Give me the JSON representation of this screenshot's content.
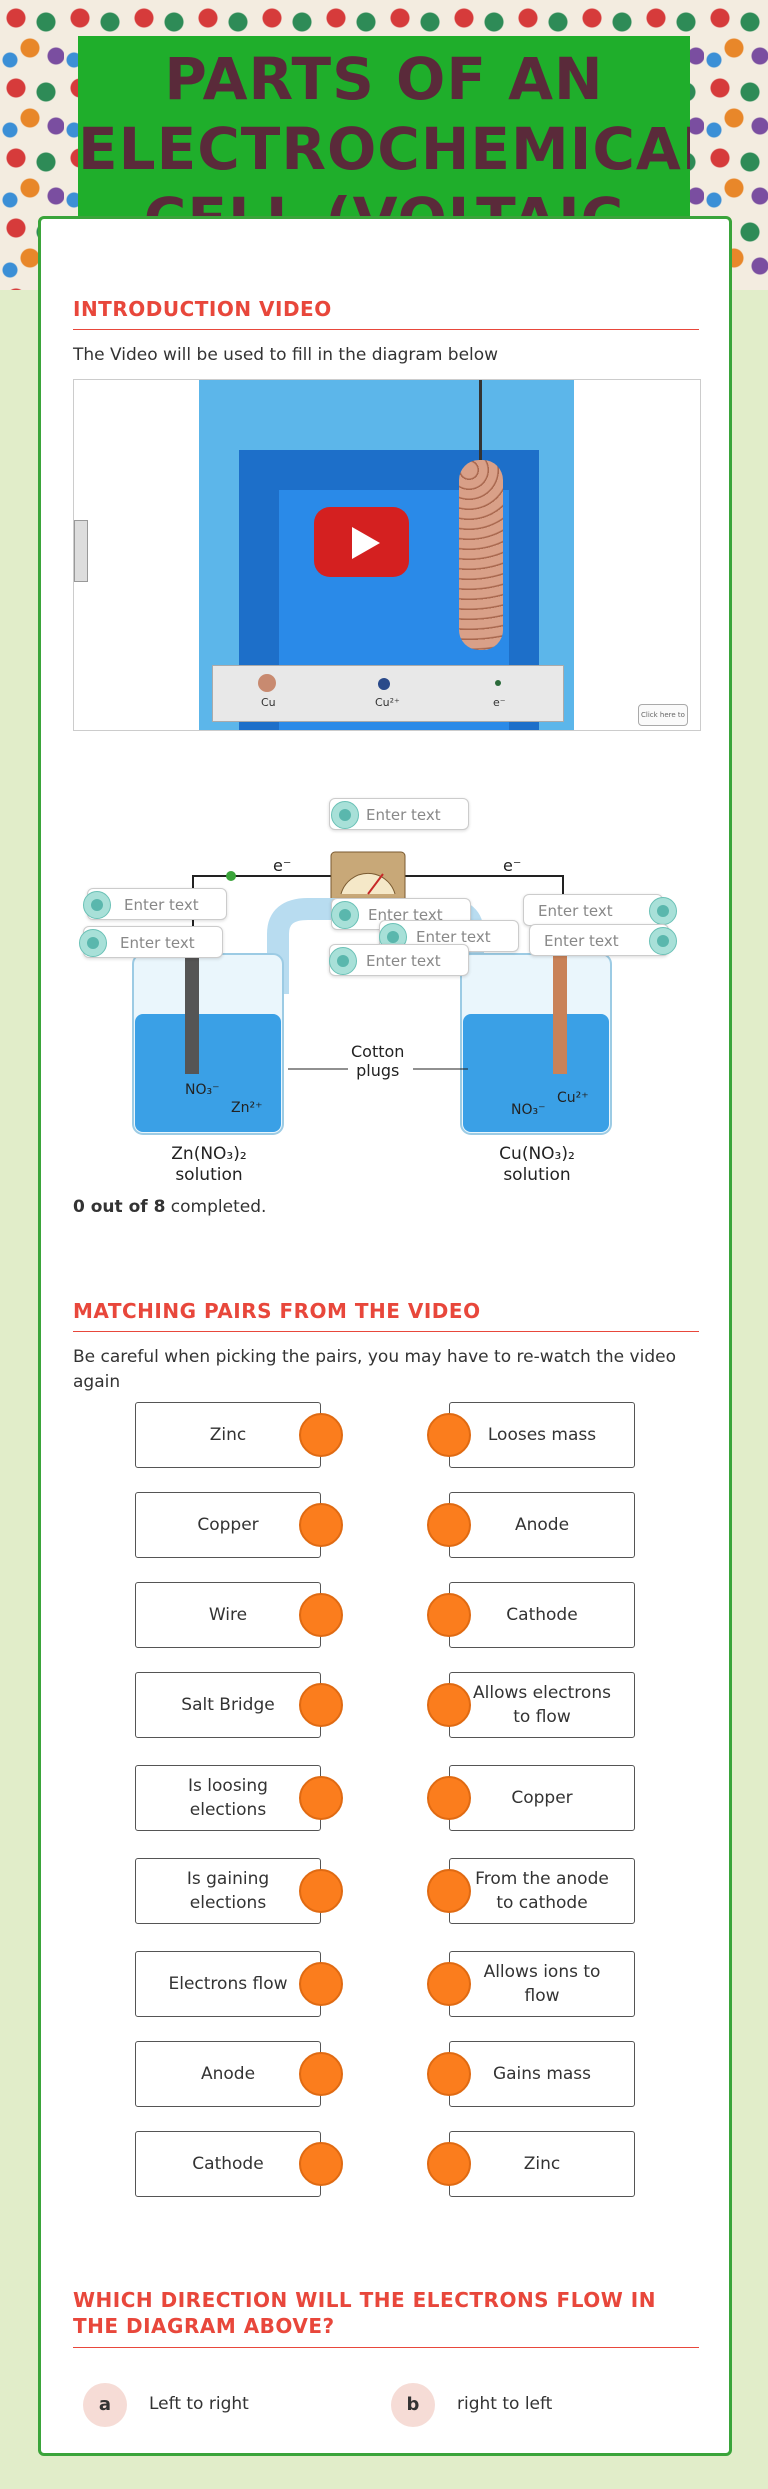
{
  "header": {
    "title": "PARTS OF AN ELECTROCHEMICAL CELL (VOLTAIC CELL)"
  },
  "intro": {
    "heading": "INTRODUCTION VIDEO",
    "text": "The Video will be used to fill in the diagram below",
    "video_labels": [
      "Cu",
      "Cu²⁺",
      "e⁻"
    ],
    "video_corner": "Click here to"
  },
  "diagram": {
    "placeholder": "Enter text",
    "labels": {
      "e_left": "e⁻",
      "e_right": "e⁻",
      "cotton": "Cotton\nplugs",
      "no3_left": "NO₃⁻",
      "zn": "Zn²⁺",
      "no3_right": "NO₃⁻",
      "cu": "Cu²⁺",
      "left_solution": "Zn(NO₃)₂\nsolution",
      "right_solution": "Cu(NO₃)₂\nsolution"
    },
    "completed_count": "0 out of 8",
    "completed_suffix": " completed."
  },
  "matching": {
    "heading": "MATCHING PAIRS FROM THE VIDEO",
    "text": "Be careful when picking the pairs, you may have to re-watch the video again",
    "left": [
      "Zinc",
      "Copper",
      "Wire",
      "Salt Bridge",
      "Is loosing elections",
      "Is gaining elections",
      "Electrons flow",
      "Anode",
      "Cathode"
    ],
    "right": [
      "Looses mass",
      "Anode",
      "Cathode",
      "Allows electrons to flow",
      "Copper",
      "From the anode to cathode",
      "Allows ions to flow",
      "Gains mass",
      "Zinc"
    ]
  },
  "question": {
    "heading": "WHICH DIRECTION WILL THE ELECTRONS FLOW IN THE DIAGRAM ABOVE?",
    "choices": [
      {
        "letter": "a",
        "text": "Left to right"
      },
      {
        "letter": "b",
        "text": "right to left"
      }
    ]
  },
  "colors": {
    "banner": "#1fae2b",
    "accent": "#e8473b",
    "handle": "#fb7d1d",
    "card_border": "#3aa43a"
  }
}
